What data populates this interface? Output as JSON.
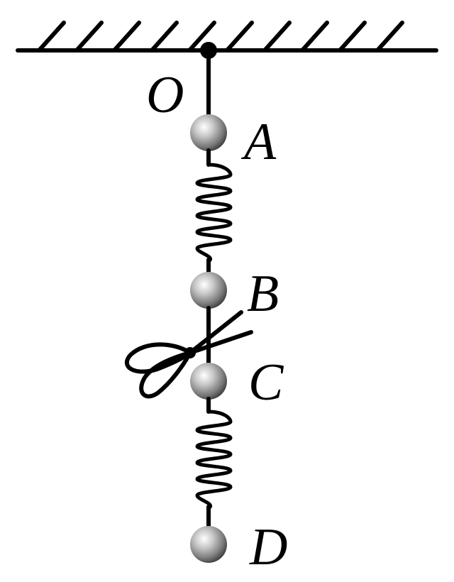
{
  "labels": {
    "pivot": "O",
    "ball_a": "A",
    "ball_b": "B",
    "ball_c": "C",
    "ball_d": "D"
  },
  "colors": {
    "stroke": "#000000",
    "ball_highlight": "#ffffff",
    "ball_mid": "#a8a8a8",
    "ball_shadow": "#3a3a3a"
  },
  "icons": {
    "scissors": "scissors-icon"
  }
}
